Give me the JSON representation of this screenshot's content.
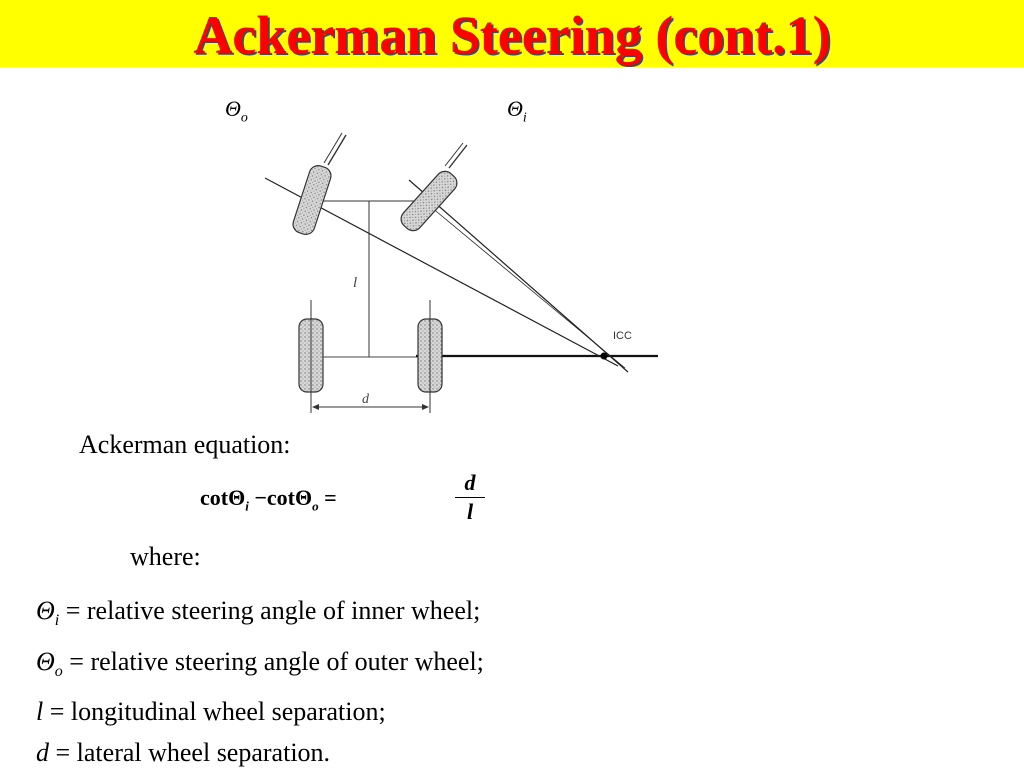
{
  "slide": {
    "title": "Ackerman Steering (cont.1)"
  },
  "diagram": {
    "outer_angle_symbol": "Θ",
    "outer_angle_subscript": "o",
    "inner_angle_symbol": "Θ",
    "inner_angle_subscript": "i",
    "label_l": "l",
    "label_d": "d",
    "label_icc": "ICC"
  },
  "equation": {
    "label": "Ackerman equation:",
    "lhs_cot1": "cotΘ",
    "lhs_sub1": "i",
    "lhs_minus_cot2": " −cotΘ",
    "lhs_sub2": "o",
    "equals": " =",
    "numerator": "d",
    "denominator": "l"
  },
  "where_label": "where:",
  "definitions": [
    {
      "symbol": "Θ",
      "subscript": "i",
      "text": " = relative steering angle of inner wheel;"
    },
    {
      "symbol": "Θ",
      "subscript": "o",
      "text": " = relative steering angle of outer wheel;"
    },
    {
      "symbol": "l",
      "subscript": "",
      "text": " = longitudinal wheel separation;"
    },
    {
      "symbol": "d",
      "subscript": "",
      "text": " = lateral wheel separation."
    }
  ],
  "colors": {
    "title_bar": "#ffff00",
    "title_text": "#ff0000"
  }
}
